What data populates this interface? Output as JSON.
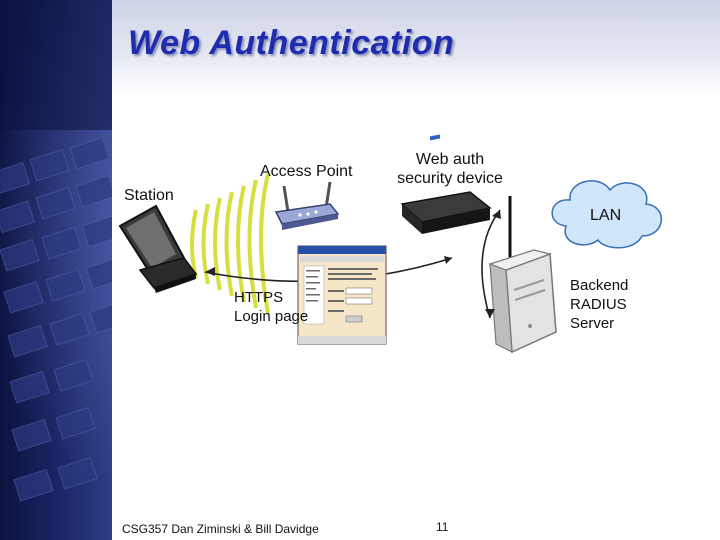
{
  "slide": {
    "title": "Web Authentication",
    "footer_left": "CSG357 Dan Ziminski & Bill Davidge",
    "page_number": "11"
  },
  "diagram": {
    "station": "Station",
    "access_point": "Access Point",
    "security_device_line1": "Web auth",
    "security_device_line2": "security device",
    "lan": "LAN",
    "https_line1": "HTTPS",
    "https_line2": "Login page",
    "server_line1": "Backend",
    "server_line2": "RADIUS",
    "server_line3": "Server"
  },
  "colors": {
    "title": "#1f2cb0",
    "sidebar": "#1b2766",
    "wave": "#d7df3e",
    "cloud": "#cfe6fb"
  }
}
